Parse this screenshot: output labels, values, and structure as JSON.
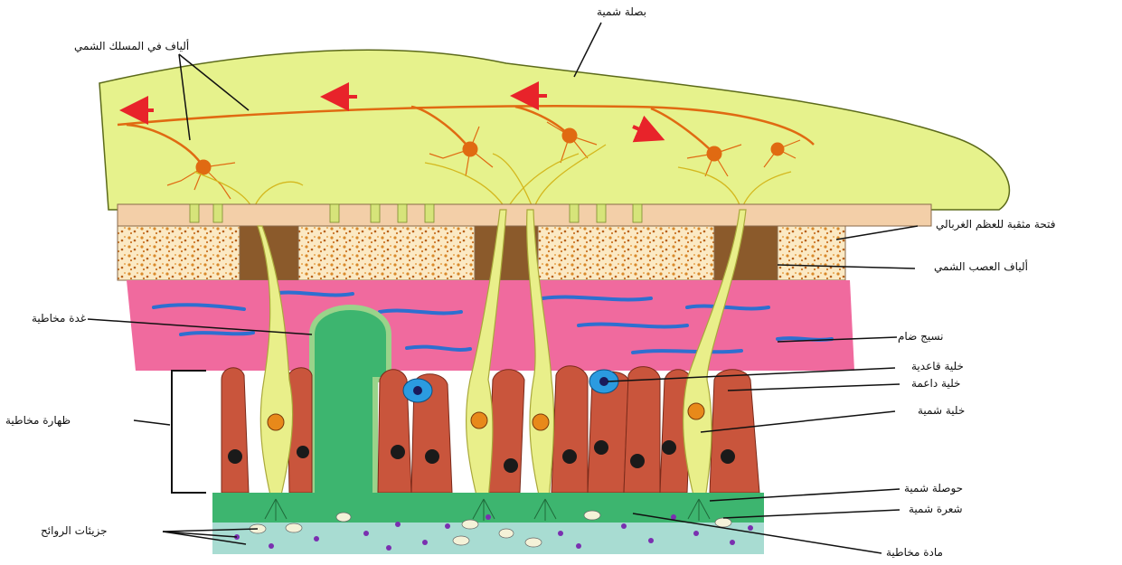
{
  "labels": {
    "olfactory_bulb": "بصلة شمية",
    "olfactory_tract_fibers": "ألياف في المسلك الشمي",
    "cribriform_plate": "فتحة مثقبة للعظم الغربالي",
    "olfactory_nerve_fibers": "ألياف العصب الشمي",
    "mucous_gland": "غدة مخاطية",
    "connective_tissue": "نسيج ضام",
    "basal_cell": "خلية قاعدية",
    "supporting_cell": "خلية داعمة",
    "olfactory_epithelium": "ظهارة مخاطية",
    "olfactory_cell": "خلية شمية",
    "olfactory_vesicle": "حوصلة شمية",
    "olfactory_hair": "شعرة شمية",
    "odor_molecules": "جزيئات الروائح",
    "mucus": "مادة مخاطية"
  },
  "colors": {
    "bulb": "#e6f28c",
    "neuron": "#e06a12",
    "arrow": "#e8232a",
    "bone": "#f3cfa8",
    "connective": "#f06a9e",
    "vessel": "#2e6fd0",
    "support_cell": "#c9553c",
    "olfactory_cell": "#e9ef8a",
    "basal_cell": "#2b9be0",
    "mucous_layer": "#3db56f",
    "mucus": "#a8dcd2"
  }
}
